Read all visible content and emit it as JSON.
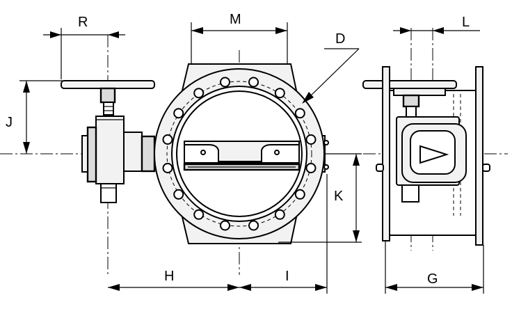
{
  "labels": {
    "R": "R",
    "M": "M",
    "D": "D",
    "L": "L",
    "J": "J",
    "K": "K",
    "H": "H",
    "I": "I",
    "G": "G"
  }
}
